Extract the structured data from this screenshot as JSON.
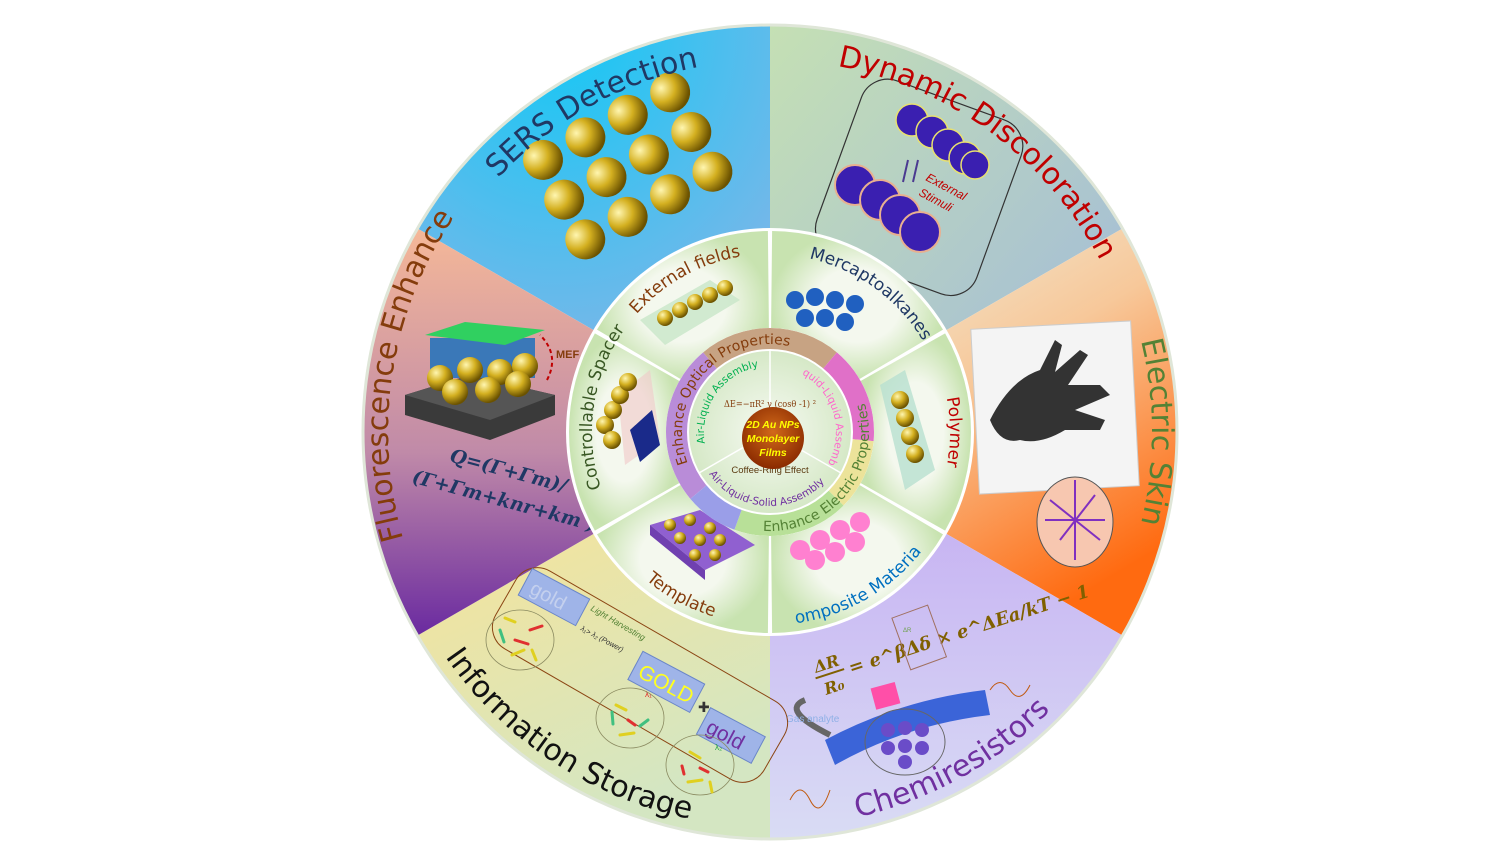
{
  "outer_sectors": [
    {
      "label": "SERS Detection",
      "color": "#203864",
      "fill_a": "#12c8f5",
      "fill_b": "#8fb3e6"
    },
    {
      "label": "Dynamic Discoloration",
      "color": "#c00000",
      "fill_a": "#c5e0b4",
      "fill_b": "#9fb8dc"
    },
    {
      "label": "Electric Skin",
      "color": "#548235",
      "fill_a": "#e2efd9",
      "fill_b": "#ff7a1a"
    },
    {
      "label": "Chemiresistors",
      "color": "#7030a0",
      "fill_a": "#c9b6f2",
      "fill_b": "#d8dcf2"
    },
    {
      "label": "Information Storage",
      "color": "#111111",
      "fill_a": "#ffe699",
      "fill_b": "#d6e6c4"
    },
    {
      "label": "Fluorescence Enhance",
      "color": "#843c0c",
      "fill_a": "#f3b59a",
      "fill_b": "#7030a0"
    }
  ],
  "inner_sectors": [
    {
      "label": "External fields",
      "color": "#843c0c"
    },
    {
      "label": "Mercaptoalkanes",
      "color": "#1f3864"
    },
    {
      "label": "Polymer",
      "color": "#c00000"
    },
    {
      "label": "Composite Materials",
      "color": "#0070c0"
    },
    {
      "label": "Template",
      "color": "#843c0c"
    },
    {
      "label": "Controllable Spacer",
      "color": "#385723"
    }
  ],
  "ring": {
    "optical": "Enhance Optical Properties",
    "electric": "Enhance Electric Properties",
    "air_liquid": "Air-Liquid Assembly",
    "liquid_liquid": "Liquid-Liquid Assembly",
    "air_liquid_solid": "Air-Liquid-Solid Assembly",
    "coffee_ring": "Coffee-Ring Effect",
    "energy_formula": "ΔE=−πR² γ (cosθ -1) ²"
  },
  "core": {
    "line1": "2D Au NPs",
    "line2": "Monolayer",
    "line3": "Films"
  },
  "annotations": {
    "mef": "MEF",
    "external": "External",
    "stimuli": "Stimuli",
    "q_formula_1": "Q=(Γ+Γm)/",
    "q_formula_2": "(Γ+Γm+knr+km )",
    "light_harvesting": "Light Harvesting",
    "power": "λ₁> λ₂ (Power)",
    "gold_faded": "gold",
    "gold_upper": "GOLD",
    "gold_lower": "gold",
    "lambda1": "λ₁",
    "lambda2": "λ₂",
    "dr_formula_num": "ΔR",
    "dr_formula_den": "R₀",
    "dr_formula_rhs": "= e^βΔδ × e^ΔEa/kT − 1",
    "delta_r_small": "ΔR",
    "gas_analyte": "Gas analyte"
  }
}
